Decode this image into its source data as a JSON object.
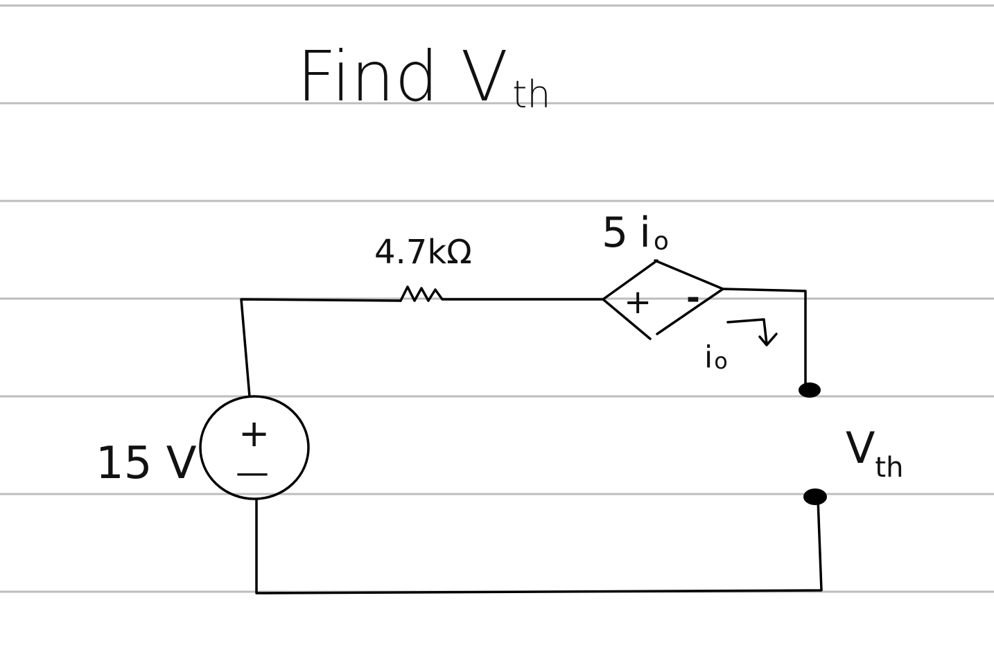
{
  "title": {
    "text": "Find V",
    "subscript": "th"
  },
  "colors": {
    "ink": "#000000",
    "ruled_line": "#bdbdbd",
    "paper": "#ffffff"
  },
  "components": {
    "voltage_source": {
      "label": "15 V",
      "plus": "+",
      "minus": "—"
    },
    "resistor": {
      "label": "4.7kΩ"
    },
    "dependent_source": {
      "label_coef": "5",
      "label_var": "i",
      "label_sub": "o",
      "plus": "+",
      "minus": "-"
    },
    "current_label": {
      "var": "i",
      "sub": "o"
    },
    "output": {
      "var": "V",
      "sub": "th"
    }
  }
}
